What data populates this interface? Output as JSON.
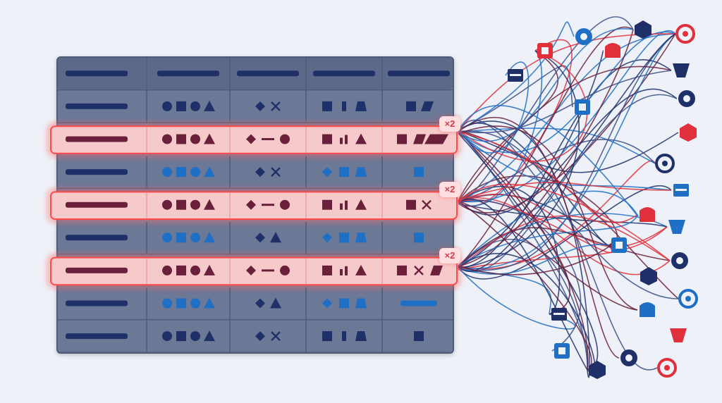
{
  "colors": {
    "background": "#eef1f7",
    "table_fill": "#6b7896",
    "header_row": "#5c6988",
    "navy": "#1f3068",
    "blue": "#1f6fc5",
    "red": "#e0303c",
    "maroon": "#6a1f3a",
    "highlight_fill": "#f6c9cb",
    "highlight_border": "#ff4a4a"
  },
  "table": {
    "columns": 5,
    "rows": [
      {
        "kind": "header",
        "cells": [
          "bar",
          "bar",
          "bar",
          "bar",
          "bar"
        ]
      },
      {
        "kind": "normal",
        "tone": "navy",
        "cells": [
          "bar",
          "circle-square-circle-triangle",
          "diamond-x",
          "square-bar-trapezoid",
          "square-parallelogram"
        ]
      },
      {
        "kind": "highlight",
        "tone": "maroon",
        "badge": "×2",
        "cells": [
          "bar",
          "circle-square-circle-triangle",
          "diamond-dash-circle",
          "square-bars-triangle",
          "square-parallelogram-long"
        ]
      },
      {
        "kind": "normal",
        "tone": "mixed",
        "cells": [
          "bar",
          "circle-square-circle-triangle",
          "diamond-x",
          "diamond-square-trapezoid",
          "square"
        ]
      },
      {
        "kind": "highlight",
        "tone": "maroon",
        "badge": "×2",
        "cells": [
          "bar",
          "circle-square-circle-triangle",
          "diamond-dash-circle",
          "square-bars-triangle",
          "square-x"
        ]
      },
      {
        "kind": "normal",
        "tone": "mixed",
        "cells": [
          "bar",
          "circle-square-circle-triangle",
          "diamond-triangle",
          "diamond-square-trapezoid",
          "square"
        ]
      },
      {
        "kind": "highlight",
        "tone": "maroon",
        "badge": "×2",
        "cells": [
          "bar",
          "circle-square-circle-triangle",
          "diamond-dash-circle",
          "square-bars-triangle",
          "square-x-parallelogram"
        ]
      },
      {
        "kind": "normal",
        "tone": "mixed",
        "cells": [
          "bar",
          "circle-square-circle-triangle",
          "diamond-triangle",
          "diamond-square-trapezoid",
          "bar-blue"
        ]
      },
      {
        "kind": "normal",
        "tone": "navy",
        "cells": [
          "bar",
          "circle-square-circle-triangle",
          "diamond-x",
          "square-bar-trapezoid",
          "square"
        ]
      }
    ]
  },
  "icons": [
    {
      "name": "tower-icon",
      "color": "#e0303c"
    },
    {
      "name": "horse-head-icon",
      "color": "#1f6fc5"
    },
    {
      "name": "cube-icon",
      "color": "#1f3068"
    },
    {
      "name": "target-icon",
      "color": "#e0303c"
    },
    {
      "name": "copy-icon",
      "color": "#1f3068"
    },
    {
      "name": "trend-icon",
      "color": "#e0303c"
    },
    {
      "name": "paypal-icon",
      "color": "#1f3068"
    },
    {
      "name": "shield-icon",
      "color": "#1f6fc5"
    },
    {
      "name": "server-icon",
      "color": "#1f3068"
    },
    {
      "name": "package-icon",
      "color": "#e0303c"
    },
    {
      "name": "shopping-bag-icon",
      "color": "#1f3068"
    },
    {
      "name": "discount-tag-icon",
      "color": "#1f6fc5"
    },
    {
      "name": "link-icon",
      "color": "#e0303c"
    },
    {
      "name": "t-logo-icon",
      "color": "#1f6fc5"
    },
    {
      "name": "receipt-icon",
      "color": "#1f6fc5"
    },
    {
      "name": "tag-play-icon",
      "color": "#1f3068"
    },
    {
      "name": "grid-icon",
      "color": "#1f3068"
    },
    {
      "name": "city-icon",
      "color": "#1f6fc5"
    },
    {
      "name": "card-icon",
      "color": "#1f3068"
    },
    {
      "name": "crescent-icon",
      "color": "#1f6fc5"
    },
    {
      "name": "hexagon-icon",
      "color": "#e0303c"
    },
    {
      "name": "apps-icon",
      "color": "#1f6fc5"
    },
    {
      "name": "flag-icon",
      "color": "#1f3068"
    },
    {
      "name": "compass-icon",
      "color": "#1f3068"
    },
    {
      "name": "basket-icon",
      "color": "#e0303c"
    }
  ]
}
